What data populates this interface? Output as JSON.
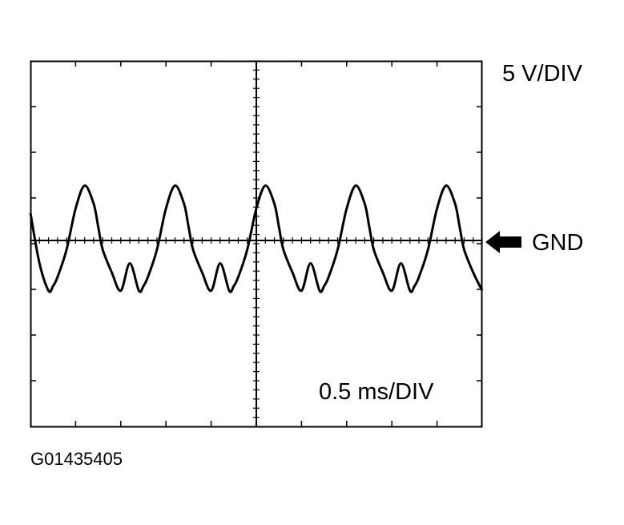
{
  "figure_id": "G01435405",
  "chart_data": {
    "type": "line",
    "volts_per_div": "5 V/DIV",
    "time_per_div": "0.5 ms/DIV",
    "ground_marker": "GND",
    "ground_marker_icon": "left-arrow-icon",
    "grid": "division-ticks",
    "divisions": {
      "x": 10,
      "y": 8
    },
    "series": [
      {
        "period_ms": 1.0,
        "peak_volts": 6.0,
        "trough_volts": -5.5,
        "x_ms": [
          0,
          0.1,
          0.2,
          0.25,
          0.3,
          0.4,
          0.5,
          0.6,
          0.7,
          0.75,
          0.8,
          0.9,
          1.0
        ],
        "y_volts": [
          3.0,
          -2.5,
          -5.5,
          -5.0,
          -4.0,
          -1.0,
          3.5,
          6.0,
          4.0,
          1.5,
          -1.0,
          -3.5,
          -5.5
        ],
        "x_start_ms": 0,
        "x_end_ms": 5.0,
        "first_trough_ms": 0.25
      }
    ],
    "xlim": [
      0,
      5.0
    ],
    "ylim": [
      -20,
      20
    ],
    "colors": {
      "trace": "#000000",
      "grid": "#000000",
      "background": "#ffffff"
    }
  }
}
